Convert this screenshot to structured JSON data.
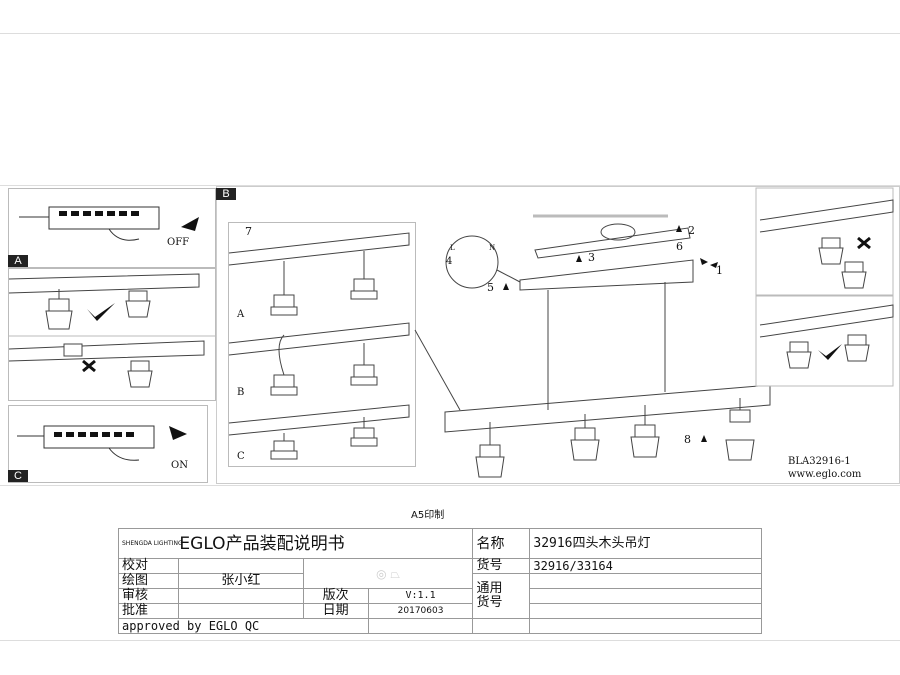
{
  "panels": {
    "a_tag": "A",
    "b_tag": "B",
    "c_tag": "C",
    "off_label": "OFF",
    "on_label": "ON"
  },
  "subpanel": {
    "step": "7",
    "variants": [
      "A",
      "B",
      "C"
    ]
  },
  "steps": {
    "s1": "1",
    "s2": "2",
    "s3": "3",
    "s4": "4",
    "s5": "5",
    "s6": "6",
    "s8": "8"
  },
  "terminal": {
    "l": "L",
    "n": "N"
  },
  "drawing_code": "BLA32916-1",
  "website": "www.eglo.com",
  "print_note": "A5印制",
  "title_block": {
    "logo_text": "SHENGDA LIGHTING",
    "title": "EGLO产品装配说明书",
    "name_label": "名称",
    "name_value": "32916四头木头吊灯",
    "item_label": "货号",
    "item_value": "32916/33164",
    "check_label": "校对",
    "draw_label": "绘图",
    "draw_value": "张小红",
    "review_label": "审核",
    "approve_label": "批准",
    "version_label": "版次",
    "version_value": "V:1.1",
    "date_label": "日期",
    "date_value": "20170603",
    "general_label": "通用",
    "general_label2": "货号",
    "approved_by": "approved by EGLO QC"
  }
}
